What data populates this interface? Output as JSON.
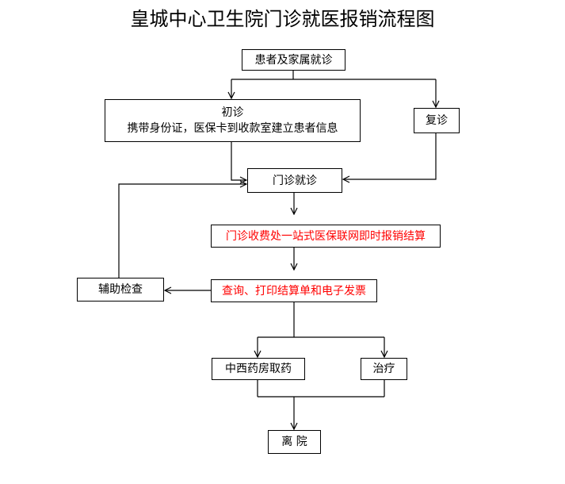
{
  "title": "皇城中心卫生院门诊就医报销流程图",
  "nodes": {
    "start": "患者及家属就诊",
    "first_visit_title": "初诊",
    "first_visit_desc": "携带身份证，医保卡到收款室建立患者信息",
    "return_visit": "复诊",
    "outpatient": "门诊就诊",
    "settlement": "门诊收费处一站式医保联网即时报销结算",
    "print": "查询、打印结算单和电子发票",
    "aux_exam": "辅助检查",
    "pharmacy": "中西药房取药",
    "treatment": "治疗",
    "discharge": "离 院"
  },
  "colors": {
    "highlight": "#ff0000",
    "line": "#000000"
  }
}
